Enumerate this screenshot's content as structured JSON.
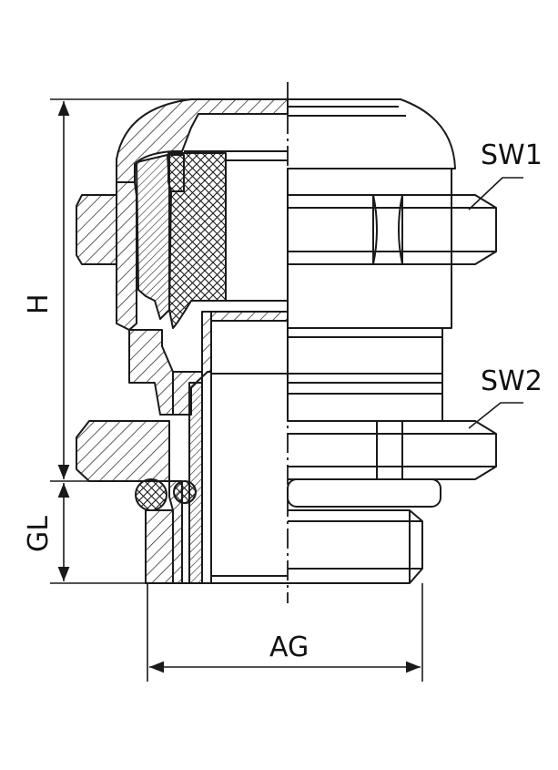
{
  "labels": {
    "sw1": "SW1",
    "sw2": "SW2",
    "h": "H",
    "gl": "GL",
    "ag": "AG"
  },
  "colors": {
    "stroke": "#1a1a1a",
    "background": "#ffffff"
  }
}
